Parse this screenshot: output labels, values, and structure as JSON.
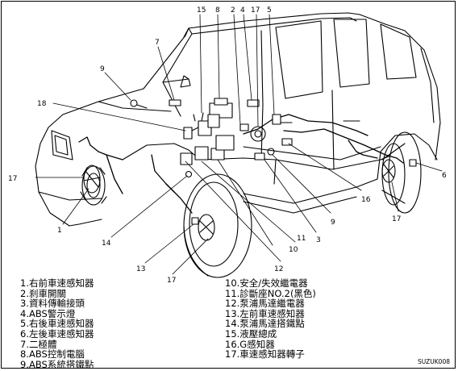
{
  "diagram": {
    "callout_numbers": [
      "1",
      "2",
      "3",
      "4",
      "5",
      "6",
      "7",
      "8",
      "9",
      "10",
      "11",
      "12",
      "13",
      "14",
      "15",
      "16",
      "17"
    ],
    "legend": [
      "1.右前車速感知器",
      "2.刹車開關",
      "3.資料傳輸接頭",
      "4.ABS警示燈",
      "5.右後車速感知器",
      "6.左後車速感知器",
      "7.二極體",
      "8.ABS控制電腦",
      "9.ABS系統搭鐵點",
      "10.安全/失效繼電器",
      "11.診斷座NO.2(黑色)",
      "12.泵浦馬達繼電器",
      "13.左前車速感知器",
      "14.泵浦馬達搭鐵點",
      "15.液壓總成",
      "16.G感知器",
      "17.車速感知器轉子"
    ],
    "image_code": "SUZUK008"
  }
}
